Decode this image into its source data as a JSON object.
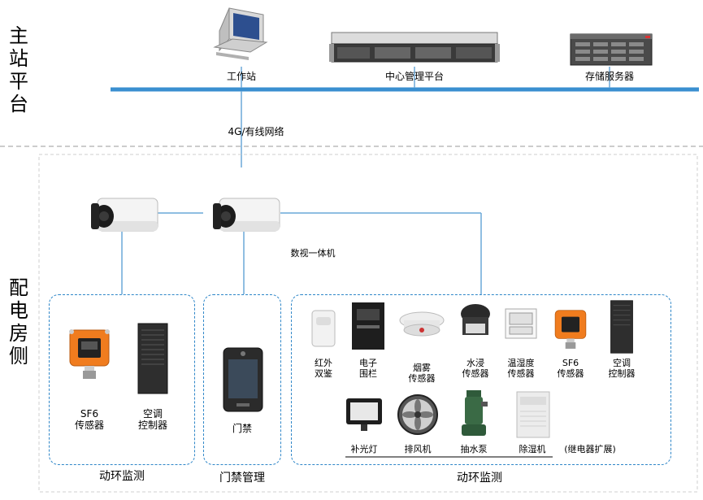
{
  "sections": {
    "master": "主站平台",
    "substation": "配电房侧"
  },
  "top": {
    "workstation": "工作站",
    "center": "中心管理平台",
    "storage": "存储服务器",
    "network": "4G/有线网络"
  },
  "camera": {
    "label": "数视一体机"
  },
  "left_group": {
    "items": [
      "SF6\n传感器",
      "空调\n控制器"
    ],
    "title": "动环监测"
  },
  "access_group": {
    "item": "门禁",
    "title": "门禁管理"
  },
  "right_group": {
    "row1": [
      "红外\n双鉴",
      "电子\n围栏",
      "烟雾\n传感器",
      "水浸\n传感器",
      "温湿度\n传感器",
      "SF6\n传感器",
      "空调\n控制器"
    ],
    "row2": [
      "补光灯",
      "排风机",
      "抽水泵",
      "除湿机"
    ],
    "relay_note": "(继电器扩展)",
    "title": "动环监测"
  },
  "colors": {
    "network_line": "#3a8fd0",
    "dashed_box": "#2e86c8",
    "sensor_orange": "#f07c1e"
  }
}
